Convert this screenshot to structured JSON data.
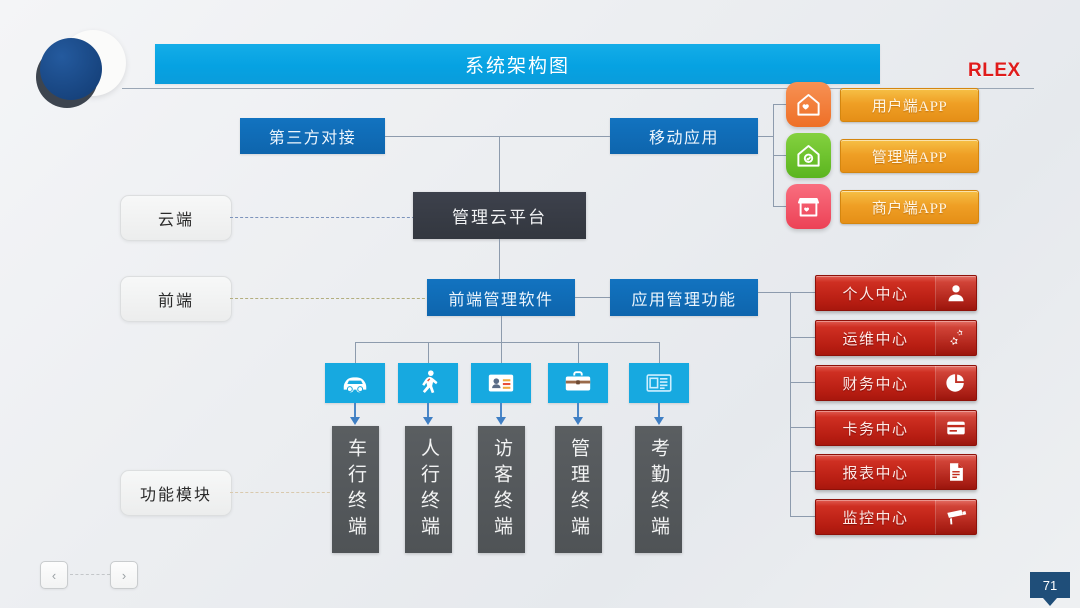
{
  "slide": {
    "title": "系统架构图",
    "brand": "RLEX",
    "page_number": "71"
  },
  "layers": [
    {
      "label": "云端",
      "name": "layer-cloud"
    },
    {
      "label": "前端",
      "name": "layer-frontend"
    },
    {
      "label": "功能模块",
      "name": "layer-function-modules"
    }
  ],
  "nodes": {
    "third_party": "第三方对接",
    "mobile_app": "移动应用",
    "cloud_platform": "管理云平台",
    "frontend_software": "前端管理软件",
    "app_management": "应用管理功能"
  },
  "apps": [
    {
      "label": "用户端APP",
      "icon": "home-heart-icon",
      "color": "#f07c3a"
    },
    {
      "label": "管理端APP",
      "icon": "house-check-icon",
      "color": "#6cc12c"
    },
    {
      "label": "商户端APP",
      "icon": "shop-heart-icon",
      "color": "#f0566a"
    }
  ],
  "centers": [
    {
      "label": "个人中心",
      "icon": "person-icon"
    },
    {
      "label": "运维中心",
      "icon": "gears-icon"
    },
    {
      "label": "财务中心",
      "icon": "pie-chart-icon"
    },
    {
      "label": "卡务中心",
      "icon": "card-icon"
    },
    {
      "label": "报表中心",
      "icon": "document-icon"
    },
    {
      "label": "监控中心",
      "icon": "camera-icon"
    }
  ],
  "modules": [
    {
      "icon": "car-icon",
      "terminal": "车行终端"
    },
    {
      "icon": "pedestrian-icon",
      "terminal": "人行终端"
    },
    {
      "icon": "id-card-icon",
      "terminal": "访客终端"
    },
    {
      "icon": "briefcase-icon",
      "terminal": "管理终端"
    },
    {
      "icon": "news-icon",
      "terminal": "考勤终端"
    }
  ],
  "nav": {
    "prev": "‹",
    "next": "›"
  },
  "colors": {
    "title_bar": "#06a2e2",
    "blue_box": "#0e65ad",
    "dark_box": "#33373f",
    "red_button": "#b71d12",
    "orange_button": "#ef9f25",
    "cyan_tile": "#17a9e0",
    "terminal": "#4f5356",
    "brand_red": "#e01b1b",
    "page_badge": "#1f4e79"
  }
}
